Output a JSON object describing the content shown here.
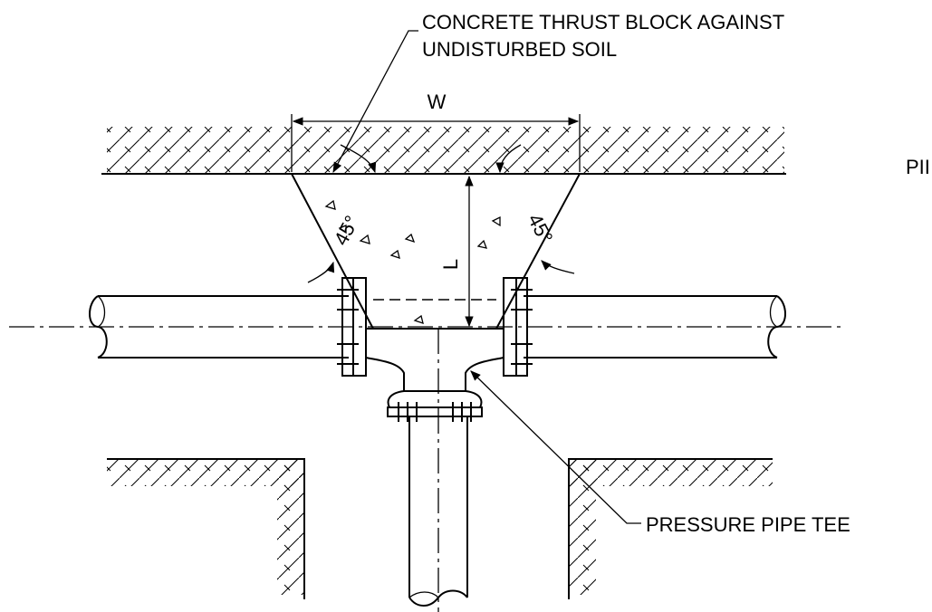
{
  "labels": {
    "thrust_block_line1": "CONCRETE THRUST BLOCK AGAINST",
    "thrust_block_line2": "UNDISTURBED SOIL",
    "width_dim": "W",
    "length_dim": "L",
    "angle_left": "45°",
    "angle_right": "45°",
    "pressure_pipe_tee": "PRESSURE PIPE TEE",
    "cropped_right_text": "PII"
  }
}
